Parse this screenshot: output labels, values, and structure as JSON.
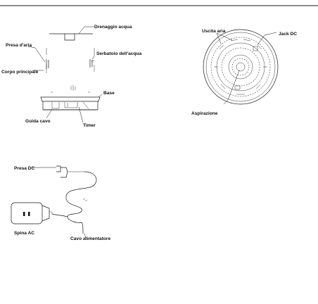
{
  "humidifier_front": {
    "labels": {
      "drain": "Drenaggio acqua",
      "air_intake": "Presa d'aria",
      "water_tank": "Serbatoio dell'acqua",
      "main_body": "Corpo principale",
      "base": "Base",
      "cable_guide": "Guida cavo",
      "timer": "Timer"
    }
  },
  "humidifier_top": {
    "labels": {
      "air_outlet": "Uscita aria",
      "dc_jack": "Jack DC",
      "intake": "Aspirazione"
    }
  },
  "adapter": {
    "labels": {
      "dc_plug": "Presa DC",
      "ac_plug": "Spina AC",
      "power_cable": "Cavo alimentatore"
    }
  }
}
